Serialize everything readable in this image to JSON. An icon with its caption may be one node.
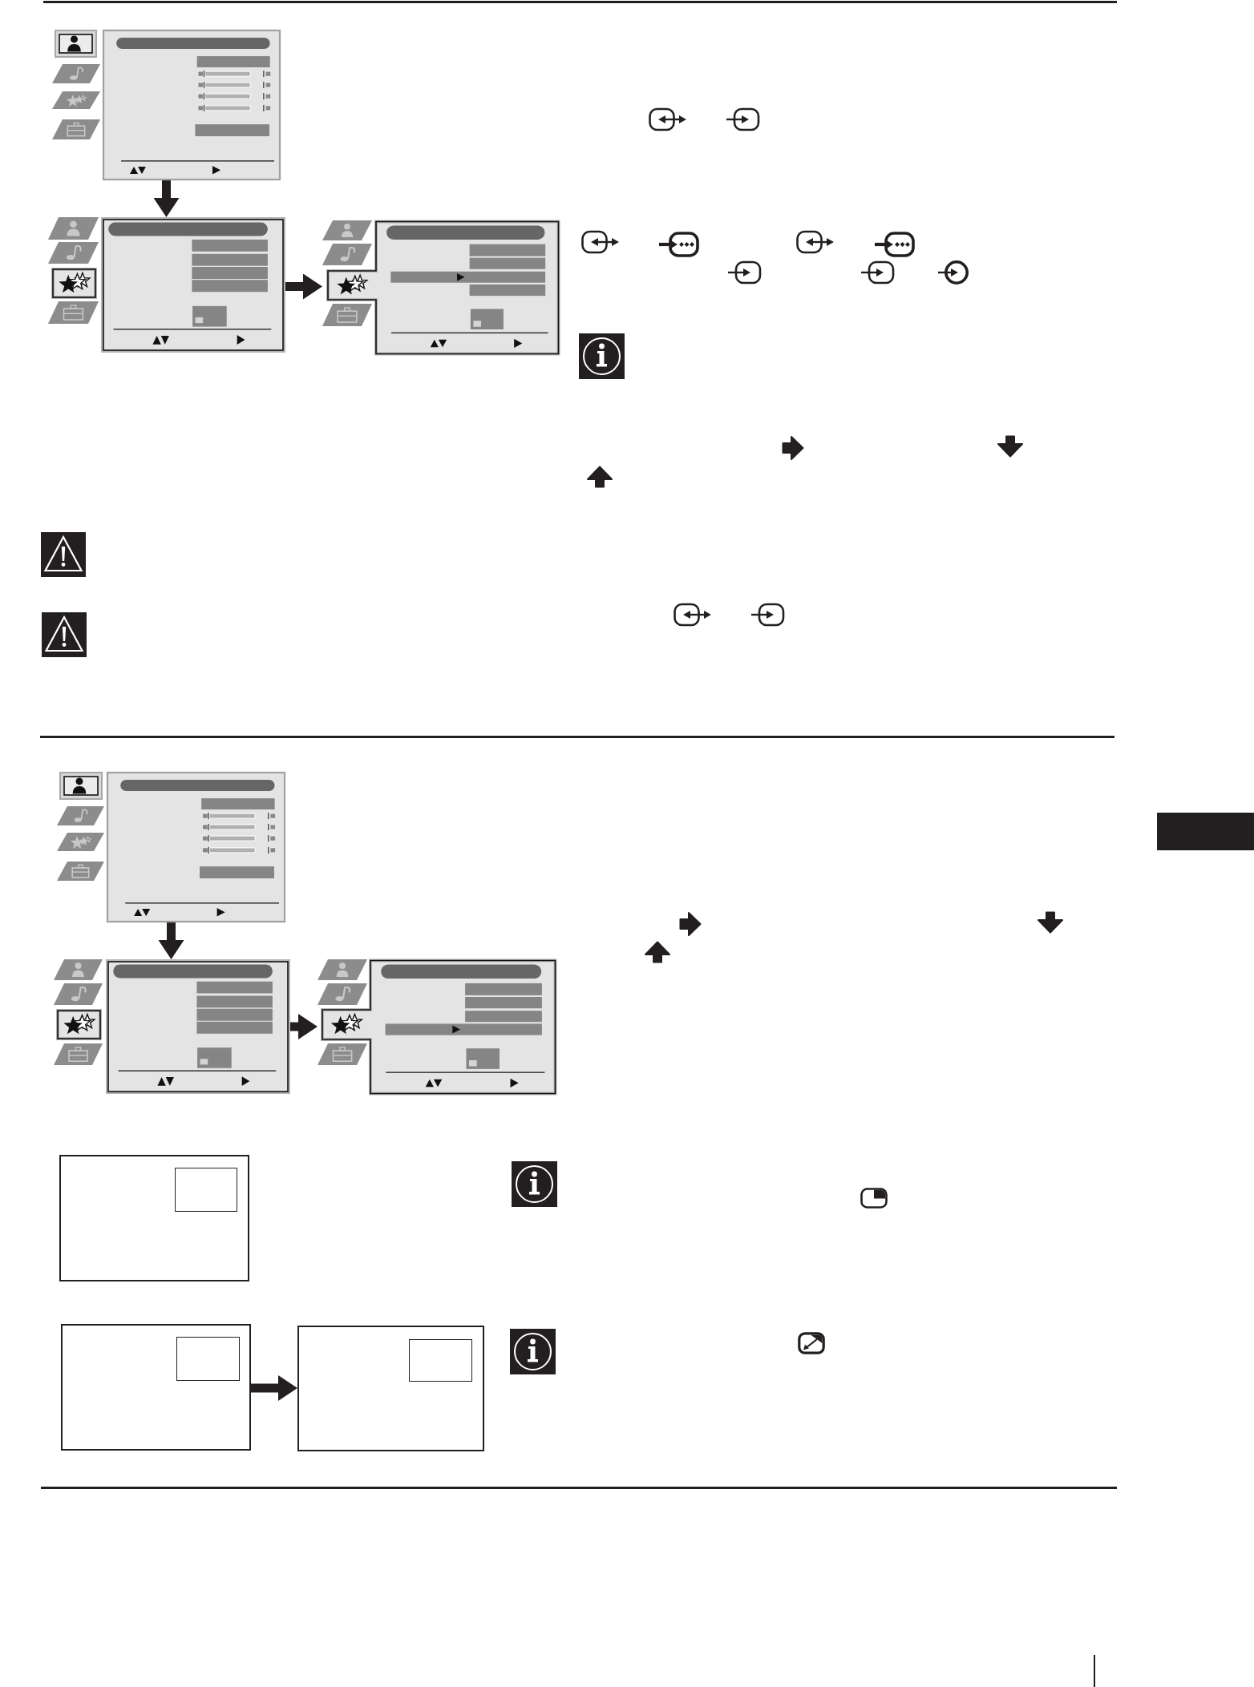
{
  "diagram": {
    "nodes": [
      {
        "text": [],
        "shape": "picture"
      },
      {
        "text": [],
        "shape": "picture"
      },
      {
        "text": [],
        "shape": "picture"
      },
      {
        "text": [],
        "shape": "picture"
      },
      {
        "text": [],
        "shape": "picture"
      },
      {
        "text": [],
        "shape": "picture"
      },
      {
        "text": [],
        "shape": "box"
      },
      {
        "text": [],
        "shape": "box",
        "in": 6
      },
      {
        "text": [],
        "shape": "box"
      },
      {
        "text": [],
        "shape": "box",
        "in": 8
      },
      {
        "text": [],
        "shape": "box"
      },
      {
        "text": [],
        "shape": "box",
        "in": 10
      }
    ],
    "edges": [
      {
        "from": 0,
        "to": 1,
        "arrow": "to"
      },
      {
        "from": 1,
        "to": 2,
        "arrow": "to"
      },
      {
        "from": 3,
        "to": 4,
        "arrow": "to"
      },
      {
        "from": 4,
        "to": 5,
        "arrow": "to"
      },
      {
        "from": 8,
        "to": 10,
        "arrow": "to"
      }
    ]
  }
}
